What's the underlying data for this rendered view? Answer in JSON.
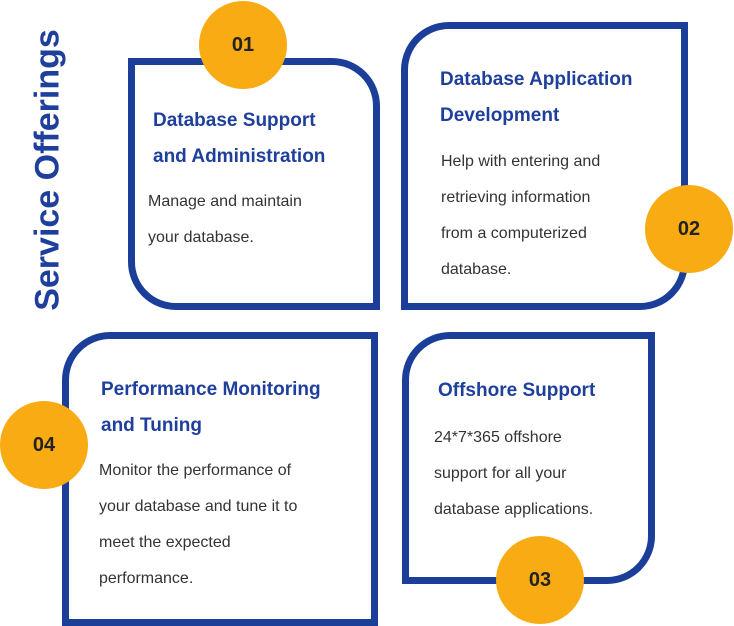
{
  "title": "Service Offerings",
  "cards": [
    {
      "number": "01",
      "title_lines": [
        "Database Support",
        "and Administration"
      ],
      "desc_lines": [
        "Manage and maintain",
        "your database."
      ]
    },
    {
      "number": "02",
      "title_lines": [
        "Database Application",
        "Development"
      ],
      "desc_lines": [
        "Help with entering and",
        "retrieving information",
        "from a computerized",
        "database."
      ]
    },
    {
      "number": "03",
      "title_lines": [
        "Offshore Support"
      ],
      "desc_lines": [
        "24*7*365 offshore",
        "support for all your",
        "database applications."
      ]
    },
    {
      "number": "04",
      "title_lines": [
        "Performance Monitoring",
        "and Tuning"
      ],
      "desc_lines": [
        "Monitor the performance of",
        "your database and tune it to",
        "meet the expected",
        "performance."
      ]
    }
  ],
  "colors": {
    "card_border": "#1b3f99",
    "title_text": "#1e3f9c",
    "body_text": "#333333",
    "badge": "#f8ab12"
  }
}
